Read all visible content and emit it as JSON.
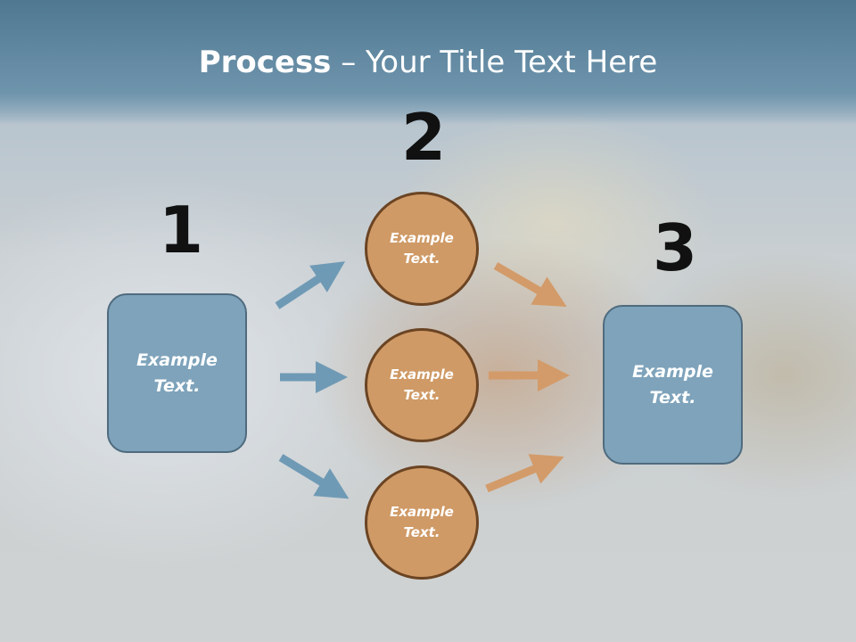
{
  "title": {
    "bold": "Process",
    "rest": " – Your Title Text Here"
  },
  "steps": {
    "one": "1",
    "two": "2",
    "three": "3"
  },
  "input_box": {
    "line1": "Example",
    "line2": "Text."
  },
  "circles": [
    {
      "line1": "Example",
      "line2": "Text."
    },
    {
      "line1": "Example",
      "line2": "Text."
    },
    {
      "line1": "Example",
      "line2": "Text."
    }
  ],
  "output_box": {
    "line1": "Example",
    "line2": "Text."
  },
  "colors": {
    "box_fill": "#7ea3bb",
    "circle_fill": "#cf9a66",
    "blue_arrow": "#6f9ab5",
    "orange_arrow": "#d39b69",
    "title_band": "#5f879f"
  }
}
